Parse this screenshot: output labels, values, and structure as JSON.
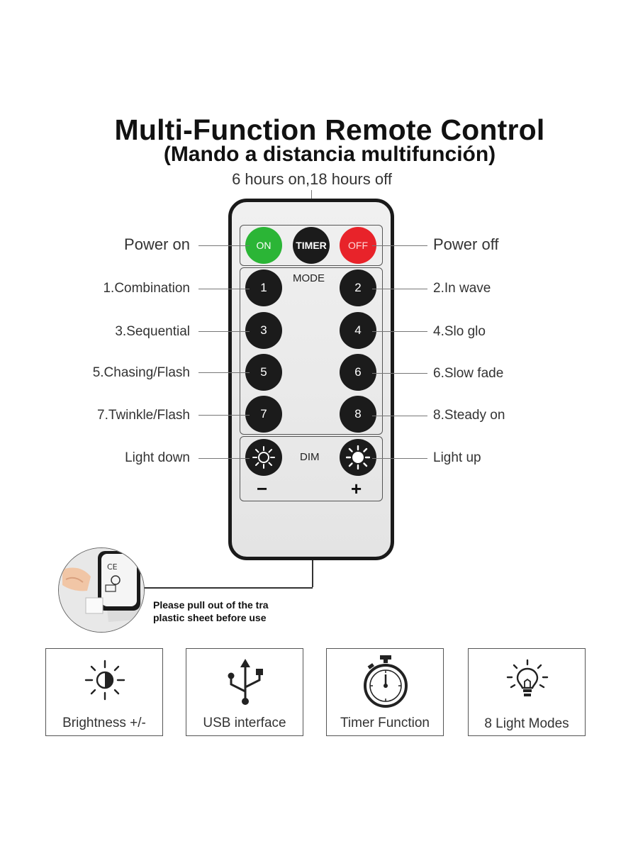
{
  "header": {
    "title": "Multi-Function Remote Control",
    "subtitle": "(Mando a distancia multifunción)",
    "timer_note": "6 hours on,18 hours off"
  },
  "remote": {
    "on_button": "ON",
    "timer_button": "TIMER",
    "off_button": "OFF",
    "mode_label": "MODE",
    "dim_label": "DIM",
    "minus_sign": "−",
    "plus_sign": "+",
    "mode_buttons": [
      "1",
      "2",
      "3",
      "4",
      "5",
      "6",
      "7",
      "8"
    ]
  },
  "labels": {
    "power_on": "Power on",
    "power_off": "Power off",
    "mode_1": "1.Combination",
    "mode_2": "2.In wave",
    "mode_3": "3.Sequential",
    "mode_4": "4.Slo glo",
    "mode_5": "5.Chasing/Flash",
    "mode_6": "6.Slow fade",
    "mode_7": "7.Twinkle/Flash",
    "mode_8": "8.Steady on",
    "light_down": "Light down",
    "light_up": "Light up"
  },
  "battery_note": {
    "line1": "Please pull out of the tra",
    "line2": "plastic sheet before use"
  },
  "features": [
    {
      "label": "Brightness +/-",
      "icon": "brightness-icon"
    },
    {
      "label": "USB interface",
      "icon": "usb-icon"
    },
    {
      "label": "Timer Function",
      "icon": "stopwatch-icon"
    },
    {
      "label": "8 Light Modes",
      "icon": "light-bulb-icon"
    }
  ],
  "colors": {
    "on_button": "#2bb536",
    "off_button": "#e8232a",
    "button_dark": "#1b1b1b"
  }
}
